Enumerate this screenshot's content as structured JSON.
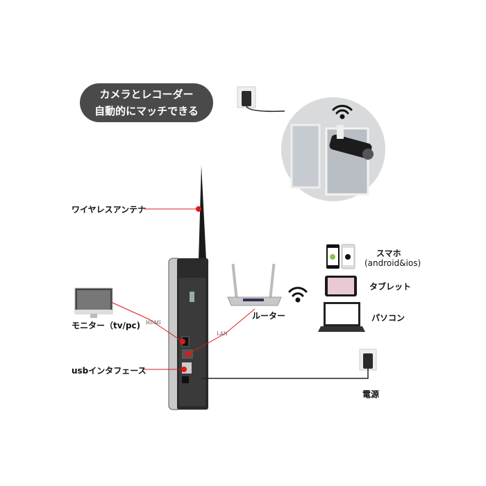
{
  "callout": {
    "line1": "カメラとレコーダー",
    "line2": "自動的にマッチできる"
  },
  "labels": {
    "antenna": "ワイヤレスアンテナ",
    "monitor": "モニター（tv/pc)",
    "hdmi": "HDMI",
    "lan": "LAN",
    "router": "ルーター",
    "usb": "usbインタフェース",
    "smartphone": "スマホ",
    "smartphone_os": "(android&ios)",
    "tablet": "タブレット",
    "pc": "パソコン",
    "power": "電源"
  },
  "colors": {
    "connector": "#e01818",
    "callout_bg": "#4a4a4a"
  }
}
